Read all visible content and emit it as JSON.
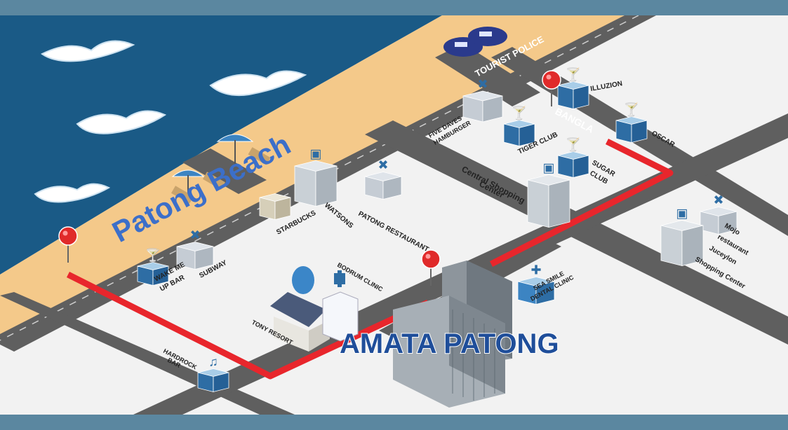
{
  "colors": {
    "frame": "#5b87a0",
    "sea": "#1a5a86",
    "sea_dark": "#134a72",
    "sand": "#f4c98a",
    "road": "#5f5f5f",
    "road_edge": "#4a4a4a",
    "block": "#ffffff",
    "route": "#e8262c",
    "pin": "#e02a2a",
    "icon_blue": "#2e6da4",
    "title_blue": "#1f4e9a"
  },
  "map": {
    "beach_label": "Patong Beach",
    "hotel_label": "AMATA PATONG",
    "street_tourist_police": "TOURIST POLICE",
    "street_bangla": "BANGLA",
    "places": {
      "illuzion": "ILLUZION",
      "oscar": "OSCAR",
      "tiger_club": "TIGER CLUB",
      "sugar_club": [
        "SUGAR",
        "CLUB"
      ],
      "fivedaves": [
        "FIVE DAVES",
        "HAMBURGER"
      ],
      "central": [
        "Central Shopping",
        "Center"
      ],
      "watsons": "WATSONS",
      "patong_restaurant": "PATONG RESTAURANT",
      "starbucks": "STARBUCKS",
      "subway": "SUBWAY",
      "wake_me_up": [
        "WAKE ME",
        "UP BAR"
      ],
      "bodrum": "BODRUM CLINIC",
      "tony": "TONY RESORT",
      "hardrock": [
        "HARDROCK",
        "BAR"
      ],
      "sea_smile": [
        "SEA SMILE",
        "DENTAL CLINIC"
      ],
      "mojo": [
        "Mojo",
        "restaurant",
        "Juceylon",
        "Shopping Center"
      ]
    }
  }
}
